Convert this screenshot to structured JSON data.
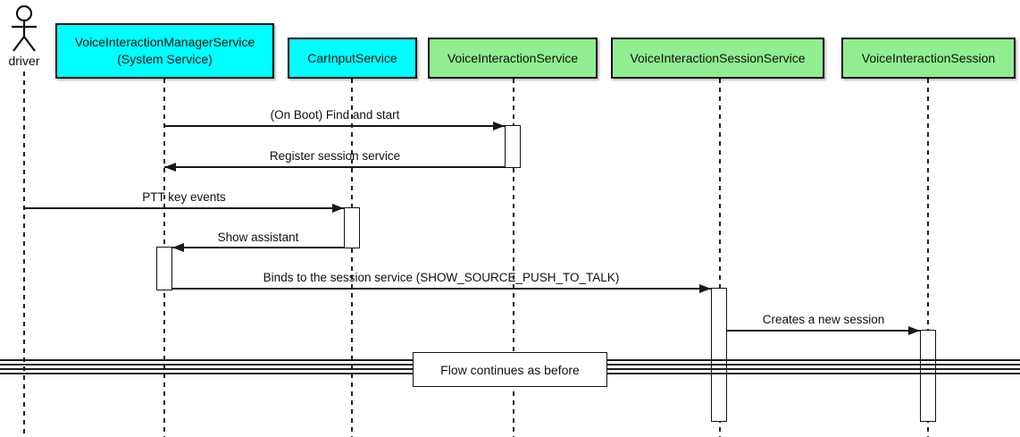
{
  "diagram": {
    "type": "uml-sequence-diagram",
    "colors": {
      "participant_cyan": "#00FFFF",
      "participant_green": "#90EE90",
      "line": "#181818",
      "background": "#FFFFFF"
    },
    "actor": {
      "name": "driver"
    },
    "participants": [
      {
        "label": "VoiceInteractionManagerService",
        "sublabel": "(System Service)",
        "color": "#00FFFF"
      },
      {
        "label": "CarInputService",
        "color": "#00FFFF"
      },
      {
        "label": "VoiceInteractionService",
        "color": "#90EE90"
      },
      {
        "label": "VoiceInteractionSessionService",
        "color": "#90EE90"
      },
      {
        "label": "VoiceInteractionSession",
        "color": "#90EE90"
      }
    ],
    "messages": [
      {
        "label": "(On Boot) Find and start",
        "from": "VoiceInteractionManagerService",
        "to": "VoiceInteractionService",
        "direction": "right"
      },
      {
        "label": "Register session service",
        "from": "VoiceInteractionService",
        "to": "VoiceInteractionManagerService",
        "direction": "left"
      },
      {
        "label": "PTT key events",
        "from": "driver",
        "to": "CarInputService",
        "direction": "right"
      },
      {
        "label": "Show assistant",
        "from": "CarInputService",
        "to": "VoiceInteractionManagerService",
        "direction": "left"
      },
      {
        "label": "Binds to the session service (SHOW_SOURCE_PUSH_TO_TALK)",
        "from": "VoiceInteractionManagerService",
        "to": "VoiceInteractionSessionService",
        "direction": "right"
      },
      {
        "label": "Creates a new session",
        "from": "VoiceInteractionSessionService",
        "to": "VoiceInteractionSession",
        "direction": "right"
      }
    ],
    "divider": {
      "label": "Flow continues as before"
    }
  }
}
